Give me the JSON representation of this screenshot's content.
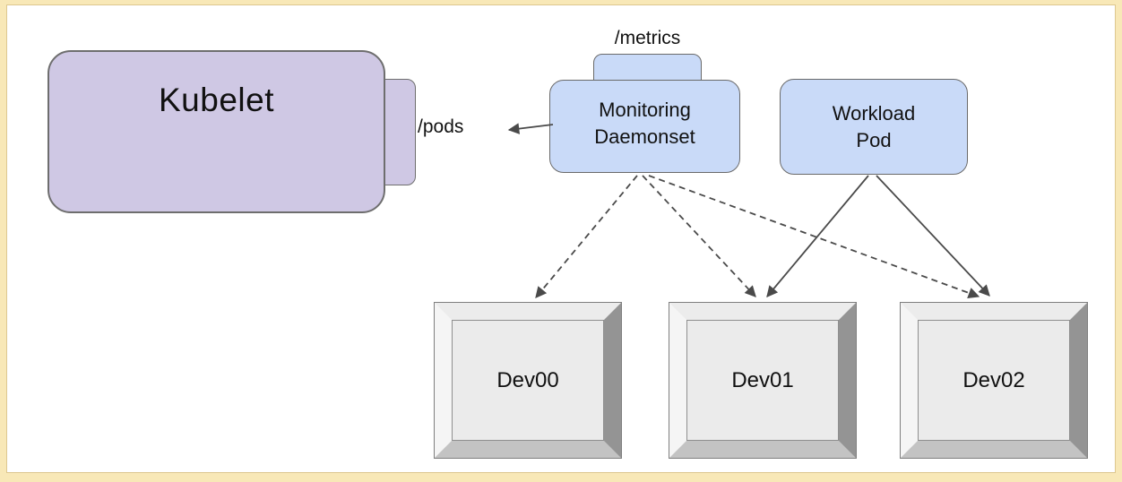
{
  "diagram": {
    "title": "Kubelet device-plugin monitoring diagram",
    "colors": {
      "frame": "#f8e8b7",
      "lavender_node": "#cfc8e4",
      "blue_node": "#c9daf8",
      "wire": "#4a4a4a",
      "device_face": "#ebebeb"
    },
    "nodes": {
      "kubelet": {
        "label": "Kubelet"
      },
      "pods_endpoint": {
        "label": "/pods"
      },
      "metrics_endpoint": {
        "label": "/metrics"
      },
      "monitoring_daemonset": {
        "label_line1": "Monitoring",
        "label_line2": "Daemonset"
      },
      "workload_pod": {
        "label_line1": "Workload",
        "label_line2": "Pod"
      },
      "devices": [
        {
          "label": "Dev00"
        },
        {
          "label": "Dev01"
        },
        {
          "label": "Dev02"
        }
      ]
    },
    "edges": [
      {
        "from": "monitoring_daemonset",
        "to": "kubelet_pods_endpoint",
        "style": "solid-arrow"
      },
      {
        "from": "monitoring_daemonset",
        "to": "dev00",
        "style": "dashed-arrow"
      },
      {
        "from": "monitoring_daemonset",
        "to": "dev01",
        "style": "dashed-arrow"
      },
      {
        "from": "monitoring_daemonset",
        "to": "dev02",
        "style": "dashed-arrow"
      },
      {
        "from": "workload_pod",
        "to": "dev01",
        "style": "solid-arrow"
      },
      {
        "from": "workload_pod",
        "to": "dev02",
        "style": "solid-arrow"
      }
    ]
  }
}
